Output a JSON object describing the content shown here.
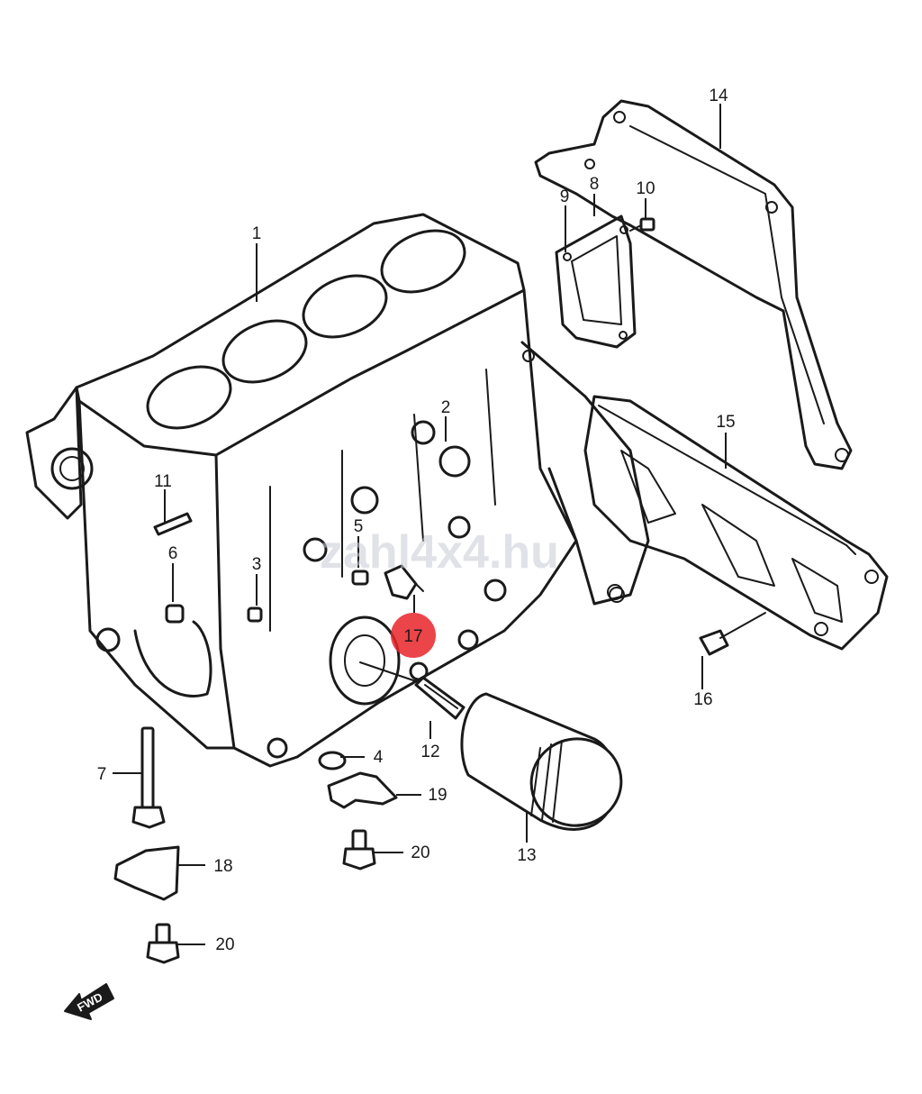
{
  "diagram": {
    "watermark": "zahl4x4.hu",
    "direction_tag": "FWD",
    "highlight_color": "#e8242a",
    "highlighted_part": "17",
    "callouts": [
      {
        "id": "c1",
        "label": "1"
      },
      {
        "id": "c2",
        "label": "2"
      },
      {
        "id": "c3",
        "label": "3"
      },
      {
        "id": "c4",
        "label": "4"
      },
      {
        "id": "c5",
        "label": "5"
      },
      {
        "id": "c6",
        "label": "6"
      },
      {
        "id": "c7",
        "label": "7"
      },
      {
        "id": "c8",
        "label": "8"
      },
      {
        "id": "c9",
        "label": "9"
      },
      {
        "id": "c10",
        "label": "10"
      },
      {
        "id": "c11",
        "label": "11"
      },
      {
        "id": "c12",
        "label": "12"
      },
      {
        "id": "c13",
        "label": "13"
      },
      {
        "id": "c14",
        "label": "14"
      },
      {
        "id": "c15",
        "label": "15"
      },
      {
        "id": "c16",
        "label": "16"
      },
      {
        "id": "c17",
        "label": "17"
      },
      {
        "id": "c18",
        "label": "18"
      },
      {
        "id": "c19",
        "label": "19"
      },
      {
        "id": "c20a",
        "label": "20"
      },
      {
        "id": "c20b",
        "label": "20"
      }
    ]
  }
}
